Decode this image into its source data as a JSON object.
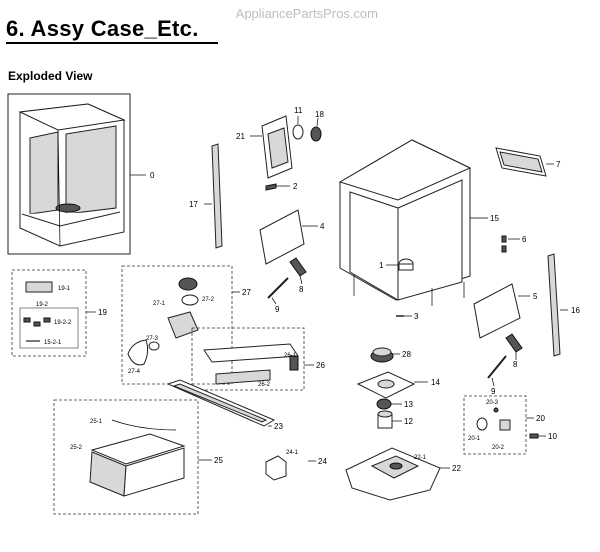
{
  "watermark": "AppliancePartsPros.com",
  "header": {
    "title": "6.  Assy Case_Etc.",
    "subtitle": "Exploded View"
  },
  "callouts": {
    "c0": "0",
    "c1": "1",
    "c2": "2",
    "c3": "3",
    "c4": "4",
    "c5": "5",
    "c6": "6",
    "c7": "7",
    "c8a": "8",
    "c8b": "8",
    "c9a": "9",
    "c9b": "9",
    "c10": "10",
    "c11": "11",
    "c12": "12",
    "c13": "13",
    "c14": "14",
    "c15": "15",
    "c16": "16",
    "c17": "17",
    "c18": "18",
    "c19": "19",
    "c19_1": "19-1",
    "c19_2": "19-2",
    "c19_2_2": "19-2-2",
    "c15_2_1": "15-2-1",
    "c20": "20",
    "c20_1": "20-1",
    "c20_2": "20-2",
    "c20_3": "20-3",
    "c21": "21",
    "c22": "22",
    "c22_1": "22-1",
    "c23": "23",
    "c24": "24",
    "c24_1": "24-1",
    "c25": "25",
    "c25_1": "25-1",
    "c25_2": "25-2",
    "c26": "26",
    "c26_1": "26-1",
    "c26_2": "26-2",
    "c27": "27",
    "c27_1": "27-1",
    "c27_2": "27-2",
    "c27_3": "27-3",
    "c27_4": "27-4",
    "c28": "28"
  }
}
